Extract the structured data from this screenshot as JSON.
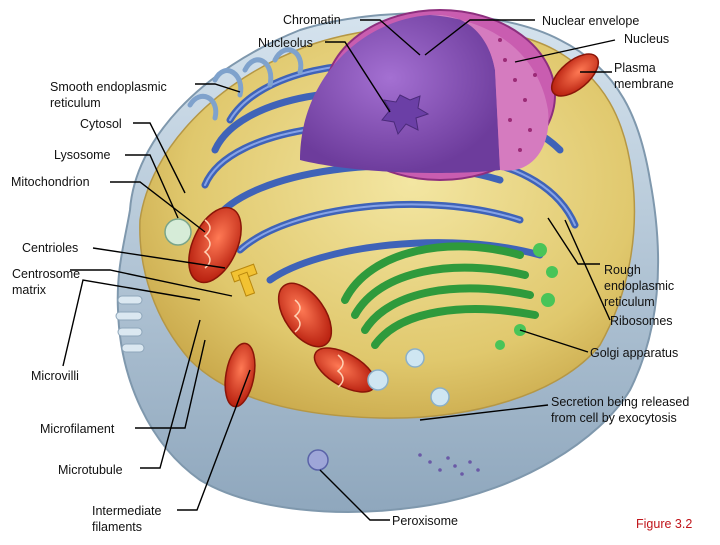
{
  "labels": {
    "chromatin": "Chromatin",
    "nucleolus": "Nucleolus",
    "nuclear_envelope": "Nuclear envelope",
    "nucleus": "Nucleus",
    "smooth_er": "Smooth endoplasmic\nreticulum",
    "cytosol": "Cytosol",
    "plasma_membrane": "Plasma\nmembrane",
    "lysosome": "Lysosome",
    "mitochondrion": "Mitochondrion",
    "centrioles": "Centrioles",
    "centrosome_matrix": "Centrosome\nmatrix",
    "rough_er": "Rough\nendoplasmic\nreticulum",
    "ribosomes": "Ribosomes",
    "golgi": "Golgi apparatus",
    "microvilli": "Microvilli",
    "secretion": "Secretion being released\nfrom cell by exocytosis",
    "microfilament": "Microfilament",
    "microtubule": "Microtubule",
    "intermediate_filaments": "Intermediate\nfilaments",
    "peroxisome": "Peroxisome",
    "figure": "Figure 3.2"
  },
  "colors": {
    "cytosol": "#e9d98a",
    "nucleus": "#b06ac8",
    "nucleoplasm": "#8e4fb5",
    "nuclear_envelope": "#c95db0",
    "rough_er": "#4f74c9",
    "golgi": "#3fb24b",
    "mitochondria": "#d8361f",
    "plasma_membrane": "#b9cfe0",
    "figure_label": "#c0141a"
  }
}
